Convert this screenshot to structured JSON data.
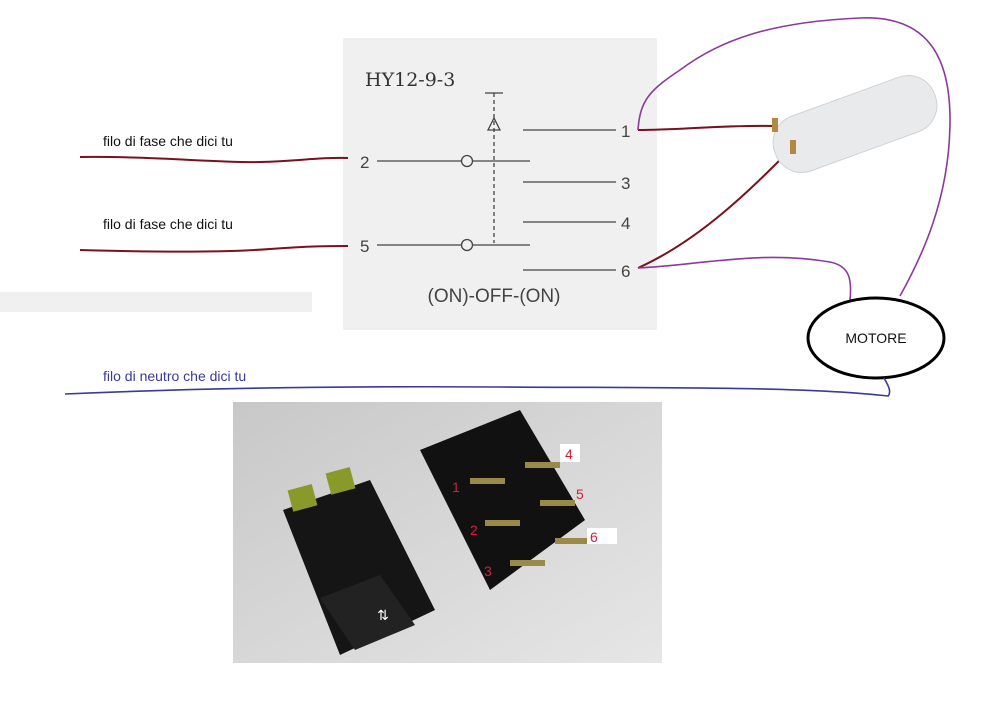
{
  "schematic": {
    "model": "HY12-9-3",
    "mode": "(ON)-OFF-(ON)",
    "pins": [
      "1",
      "2",
      "3",
      "4",
      "5",
      "6"
    ]
  },
  "annotations": {
    "phase_wire_1": "filo di fase che dici tu",
    "phase_wire_2": "filo di fase che dici tu",
    "neutral_wire": "filo di neutro che dici tu",
    "motor": "MOTORE"
  },
  "photo": {
    "terminal_labels": [
      "1",
      "2",
      "3",
      "4",
      "5",
      "6"
    ]
  },
  "colors": {
    "phase_wire": "#7a1020",
    "neutral_wire": "#3a3a9a",
    "schematic_bg": "#f0f0f0",
    "photo_label_red": "#d0203a"
  }
}
